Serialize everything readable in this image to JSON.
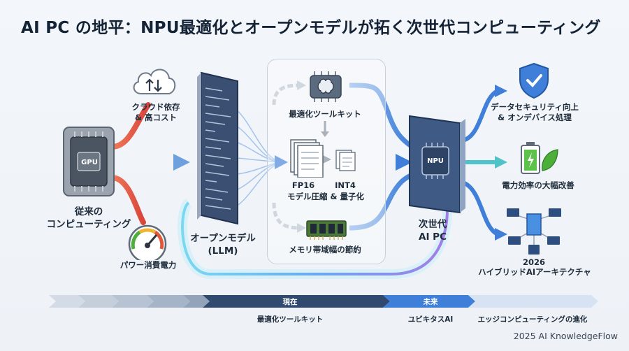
{
  "title": "AI PC の地平：NPU最適化とオープンモデルが拓く次世代コンピューティング",
  "left": {
    "cloud_label": "クラウド依存\n& 高コスト",
    "gpu_chip": "GPU",
    "gpu_label": "従来の\nコンピューティング",
    "power_label": "パワー消費電力"
  },
  "center": {
    "model_label": "オープンモデル\n(LLM)",
    "toolkit_label": "最適化ツールキット",
    "fp16": "FP16",
    "int4": "INT4",
    "compress_label": "モデル圧縮 & 量子化",
    "memory_label": "メモリ帯域幅の節約"
  },
  "right": {
    "npu_chip": "NPU",
    "next_pc_label": "次世代\nAI PC",
    "security_label": "データセキュリティ向上\n& オンデバイス処理",
    "power_eff_label": "電力効率の大幅改善",
    "hybrid_year": "2026",
    "hybrid_label": "ハイブリッドAIアーキテクチャ"
  },
  "timeline": {
    "now_title": "現在",
    "now_label": "最適化ツールキット",
    "future_title": "未来",
    "future_label": "ユビキタスAI",
    "edge_label": "エッジコンピューティングの進化"
  },
  "credit": "2025 AI KnowledgeFlow",
  "colors": {
    "accent_blue": "#3f7fd9",
    "warm_red": "#e2553a",
    "glow_cyan": "#66d8ec",
    "green": "#4caf3a"
  }
}
